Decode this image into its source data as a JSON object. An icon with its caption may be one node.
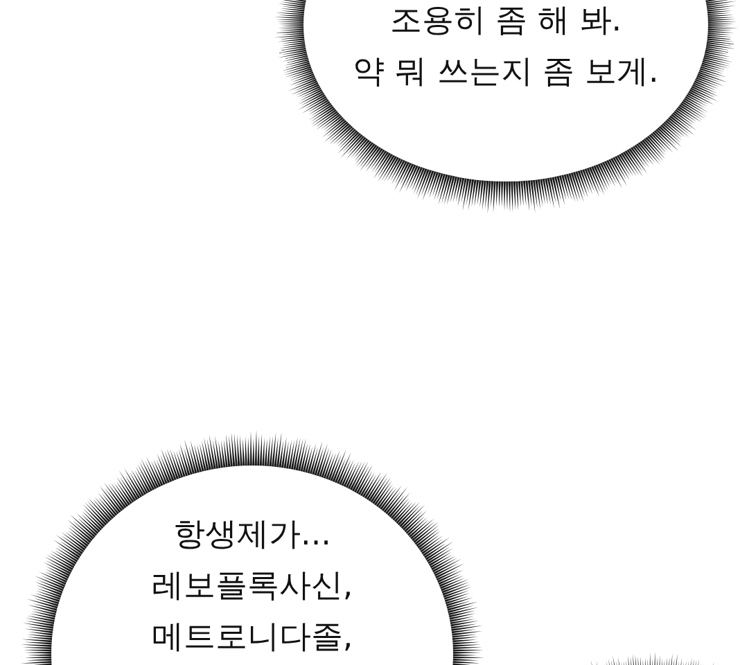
{
  "diagram": {
    "nodes": [
      {
        "text": [
          "조용히 좀 해 봐. 약 뭐 쓰는지 좀 보게."
        ]
      },
      {
        "text": [
          "항생제가... 레보플록사신, 메트로니다졸,"
        ]
      },
      {
        "text": [],
        "shape": "circle"
      }
    ]
  }
}
